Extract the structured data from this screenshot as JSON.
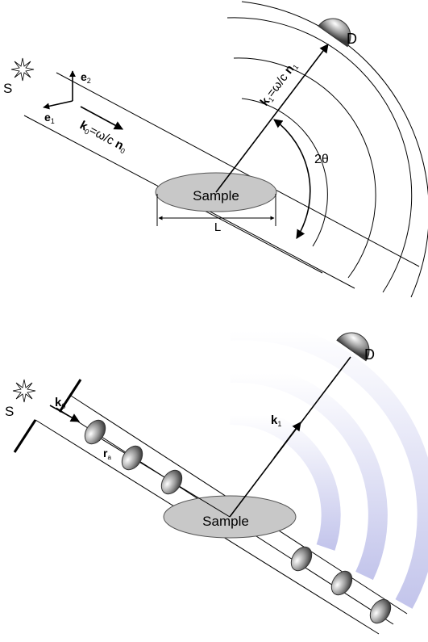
{
  "top": {
    "source": "S",
    "detector": "D",
    "sample": "Sample",
    "basis_e1": {
      "main": "e",
      "sub": "1"
    },
    "basis_e2": {
      "main": "e",
      "sub": "2"
    },
    "k0": {
      "k": "k",
      "k_sub": "0",
      "mid": "=ω/c",
      "n": "n",
      "n_sub": "0"
    },
    "k1": {
      "k": "k",
      "k_sub": "1",
      "mid": "=ω/c",
      "n": "n",
      "n_sub": "1"
    },
    "angle": "2θ",
    "length": "L"
  },
  "bottom": {
    "source": "S",
    "detector": "D",
    "sample": "Sample",
    "k0": {
      "k": "k",
      "k_sub": "0"
    },
    "k1": {
      "k": "k",
      "k_sub": "1"
    },
    "ra": {
      "r": "r",
      "r_sub": "a"
    }
  },
  "colors": {
    "ellipse_fill": "#c8c8c8",
    "wave_band": "#b9bbe8"
  }
}
